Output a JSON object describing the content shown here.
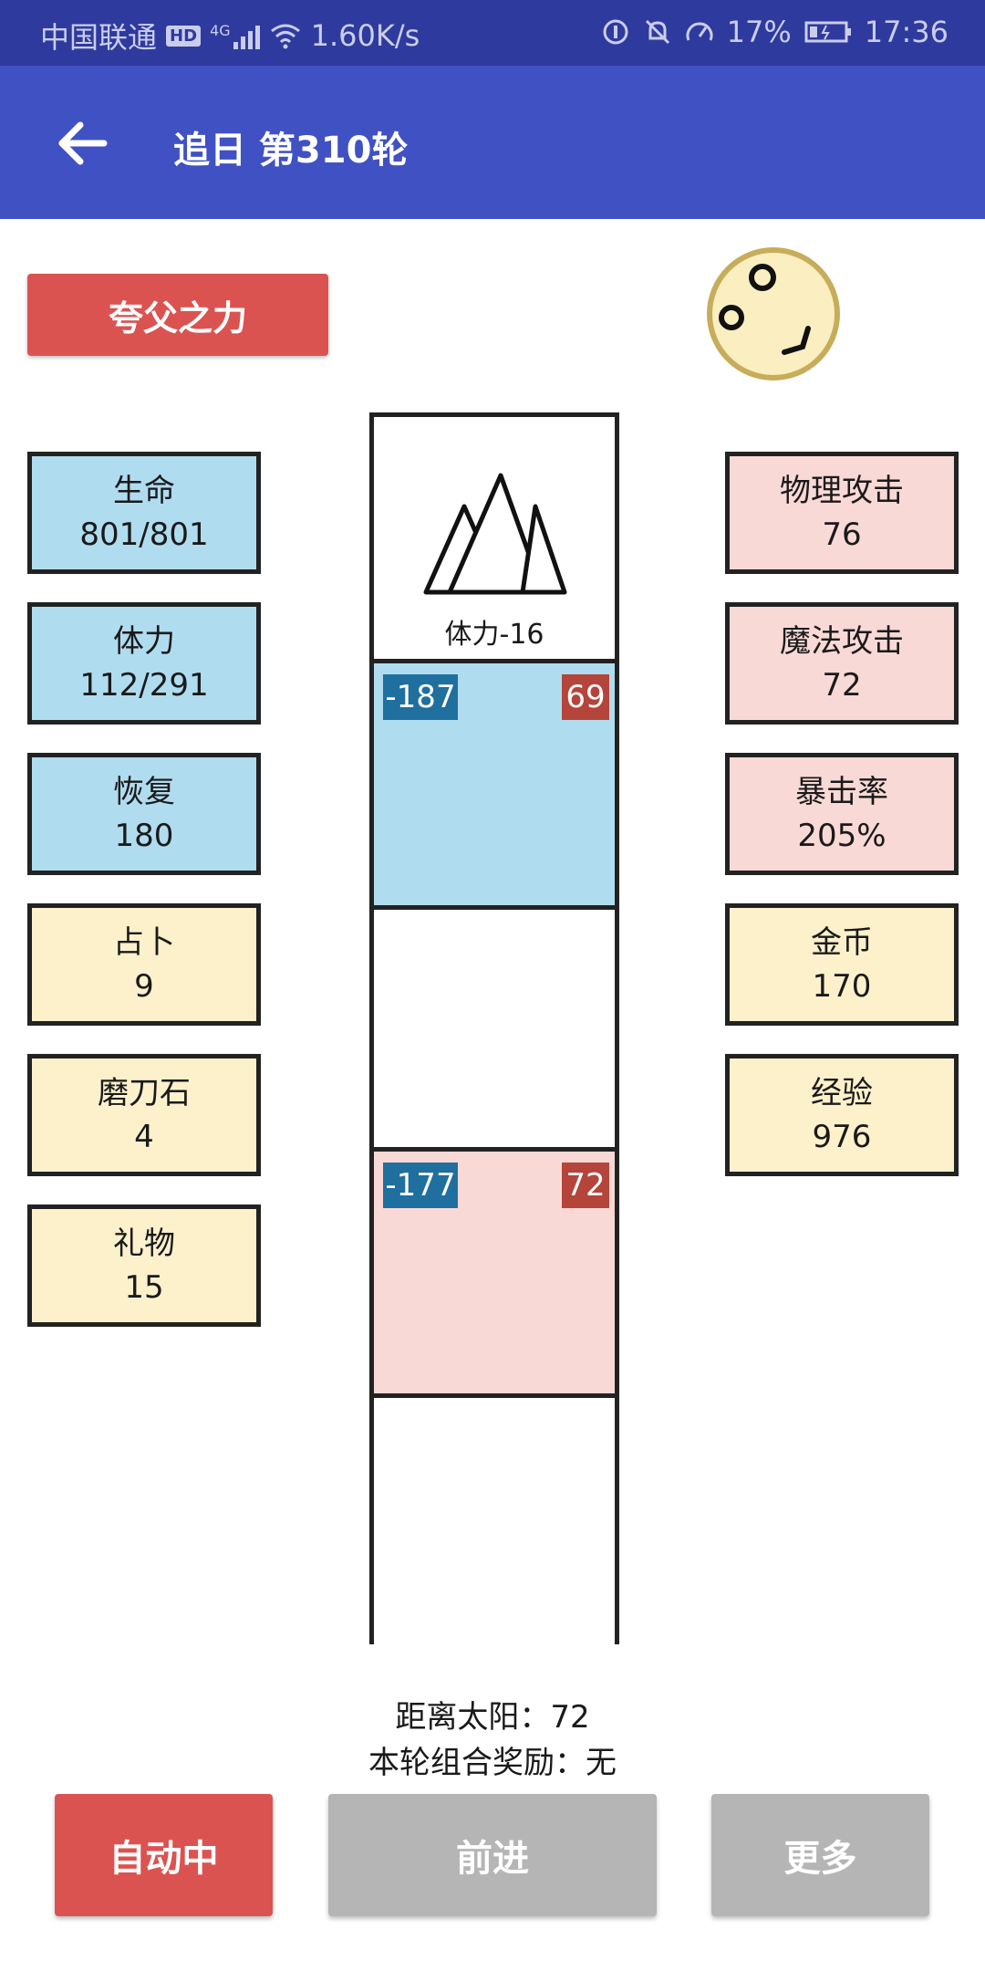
{
  "status_bar": {
    "carrier": "中国联通",
    "network_badge": "HD",
    "signal_label": "4G",
    "speed": "1.60K/s",
    "battery": "17%",
    "time": "17:36"
  },
  "app_bar": {
    "title": "追日 第310轮"
  },
  "power_button": "夸父之力",
  "left_stats": [
    {
      "label": "生命",
      "value": "801/801",
      "color": "#b0dcef"
    },
    {
      "label": "体力",
      "value": "112/291",
      "color": "#b0dcef"
    },
    {
      "label": "恢复",
      "value": "180",
      "color": "#b0dcef"
    },
    {
      "label": "占卜",
      "value": "9",
      "color": "#fdf1cc"
    },
    {
      "label": "磨刀石",
      "value": "4",
      "color": "#fdf1cc"
    },
    {
      "label": "礼物",
      "value": "15",
      "color": "#fdf1cc"
    }
  ],
  "right_stats": [
    {
      "label": "物理攻击",
      "value": "76",
      "color": "#f9d9d6"
    },
    {
      "label": "魔法攻击",
      "value": "72",
      "color": "#f9d9d6"
    },
    {
      "label": "暴击率",
      "value": "205%",
      "color": "#f9d9d6"
    },
    {
      "label": "金币",
      "value": "170",
      "color": "#fdf1cc"
    },
    {
      "label": "经验",
      "value": "976",
      "color": "#fdf1cc"
    }
  ],
  "track": {
    "mountain_label": "体力-16",
    "cells": [
      {
        "left_tag": "-187",
        "right_tag": "69",
        "color": "#b0dcef"
      },
      {
        "left_tag": "-177",
        "right_tag": "72",
        "color": "#f9d9d6"
      }
    ]
  },
  "info": {
    "distance_line": "距离太阳：72",
    "combo_line": "本轮组合奖励：无"
  },
  "buttons": {
    "auto": "自动中",
    "forward": "前进",
    "more": "更多"
  }
}
